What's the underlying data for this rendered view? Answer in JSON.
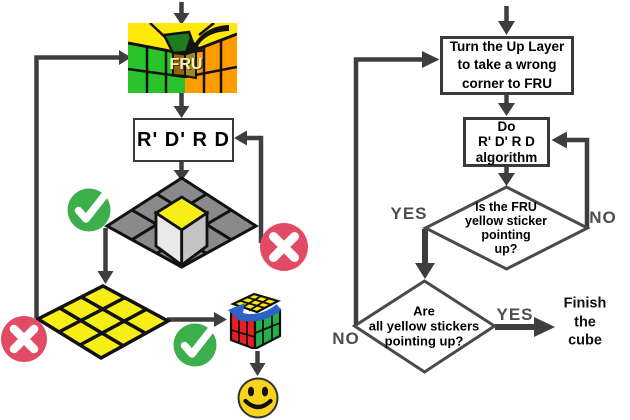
{
  "left_flow": {
    "fru_cube_label": "FRU",
    "algorithm_box_label": "R' D' R D"
  },
  "right_flow": {
    "turn_box": {
      "line1": "Turn the Up Layer",
      "line2": "to take a wrong",
      "line3": "corner to FRU"
    },
    "algo_box": {
      "line1": "Do",
      "line2": "R' D' R D",
      "line3": "algorithm"
    },
    "fru_diamond": {
      "line1": "Is the FRU",
      "line2": "yellow sticker",
      "line3": "pointing",
      "line4": "up?"
    },
    "all_diamond": {
      "line1": "Are",
      "line2": "all yellow stickers",
      "line3": "pointing up?"
    },
    "labels": {
      "fru_yes": "YES",
      "fru_no": "NO",
      "all_no": "NO",
      "all_yes": "YES"
    },
    "finish": {
      "line1": "Finish",
      "line2": "the cube"
    }
  },
  "colors": {
    "connector_gray": "#3e3e3e",
    "check_green": "#3cae4b",
    "cross_red": "#e14b63",
    "sticker_yellow": "#f7ee18",
    "top_gray": "#8a8a8a"
  }
}
